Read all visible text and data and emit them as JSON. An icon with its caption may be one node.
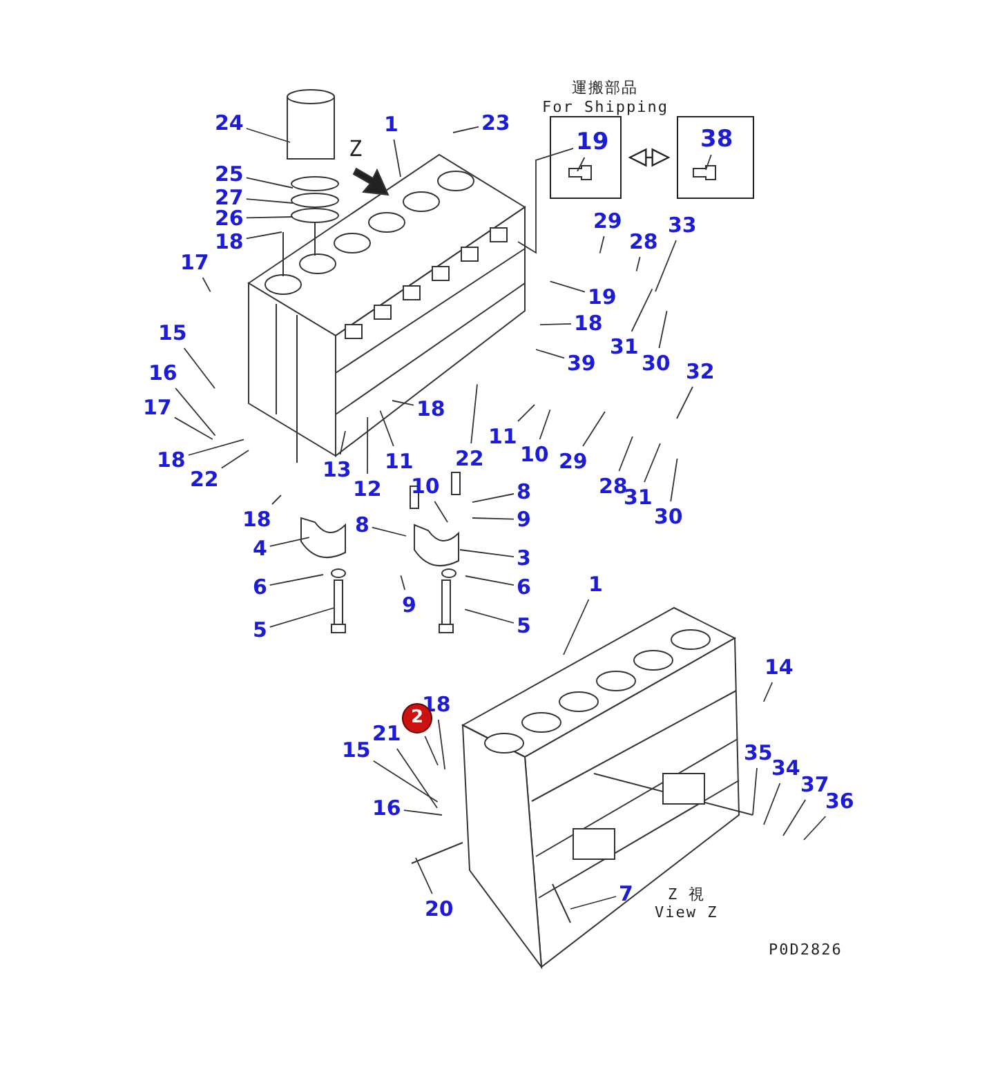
{
  "diagram": {
    "nodes": [
      {
        "text": [
          "1"
        ]
      },
      {
        "text": [
          "23"
        ]
      },
      {
        "text": [
          "24"
        ]
      },
      {
        "text": [
          "25"
        ]
      },
      {
        "text": [
          "27"
        ]
      },
      {
        "text": [
          "26"
        ]
      },
      {
        "text": [
          "18"
        ]
      },
      {
        "text": [
          "17"
        ]
      },
      {
        "text": [
          "15"
        ]
      },
      {
        "text": [
          "16"
        ]
      },
      {
        "text": [
          "17"
        ]
      },
      {
        "text": [
          "18"
        ]
      },
      {
        "text": [
          "22"
        ]
      },
      {
        "text": [
          "18"
        ]
      },
      {
        "text": [
          "13"
        ]
      },
      {
        "text": [
          "12"
        ]
      },
      {
        "text": [
          "11"
        ]
      },
      {
        "text": [
          "10"
        ]
      },
      {
        "text": [
          "18"
        ]
      },
      {
        "text": [
          "22"
        ]
      },
      {
        "text": [
          "11"
        ]
      },
      {
        "text": [
          "10"
        ]
      },
      {
        "text": [
          "8"
        ]
      },
      {
        "text": [
          "8"
        ]
      },
      {
        "text": [
          "9"
        ]
      },
      {
        "text": [
          "4"
        ]
      },
      {
        "text": [
          "3"
        ]
      },
      {
        "text": [
          "6"
        ]
      },
      {
        "text": [
          "6"
        ]
      },
      {
        "text": [
          "9"
        ]
      },
      {
        "text": [
          "5"
        ]
      },
      {
        "text": [
          "5"
        ]
      },
      {
        "text": [
          "19"
        ]
      },
      {
        "text": [
          "38"
        ]
      },
      {
        "text": [
          "29"
        ]
      },
      {
        "text": [
          "28"
        ]
      },
      {
        "text": [
          "33"
        ]
      },
      {
        "text": [
          "19"
        ]
      },
      {
        "text": [
          "18"
        ]
      },
      {
        "text": [
          "31"
        ]
      },
      {
        "text": [
          "30"
        ]
      },
      {
        "text": [
          "39"
        ]
      },
      {
        "text": [
          "32"
        ]
      },
      {
        "text": [
          "29"
        ]
      },
      {
        "text": [
          "28"
        ]
      },
      {
        "text": [
          "31"
        ]
      },
      {
        "text": [
          "30"
        ]
      },
      {
        "text": [
          "1"
        ]
      },
      {
        "text": [
          "14"
        ]
      },
      {
        "text": [
          "18"
        ]
      },
      {
        "text": [
          "2"
        ]
      },
      {
        "text": [
          "21"
        ]
      },
      {
        "text": [
          "15"
        ]
      },
      {
        "text": [
          "16"
        ]
      },
      {
        "text": [
          "20"
        ]
      },
      {
        "text": [
          "7"
        ]
      },
      {
        "text": [
          "35"
        ]
      },
      {
        "text": [
          "34"
        ]
      },
      {
        "text": [
          "37"
        ]
      },
      {
        "text": [
          "36"
        ]
      }
    ],
    "edges": [
      {
        "from": 0,
        "to": null,
        "arrow": "none"
      },
      {
        "from": 1,
        "to": null,
        "arrow": "none"
      },
      {
        "from": 2,
        "to": null,
        "arrow": "none"
      },
      {
        "from": 3,
        "to": null,
        "arrow": "none"
      },
      {
        "from": 4,
        "to": null,
        "arrow": "none"
      },
      {
        "from": 5,
        "to": null,
        "arrow": "none"
      },
      {
        "from": 6,
        "to": null,
        "arrow": "none"
      },
      {
        "from": 7,
        "to": null,
        "arrow": "none"
      },
      {
        "from": 8,
        "to": null,
        "arrow": "none"
      },
      {
        "from": 9,
        "to": null,
        "arrow": "none"
      },
      {
        "from": 10,
        "to": null,
        "arrow": "none"
      },
      {
        "from": 11,
        "to": null,
        "arrow": "none"
      },
      {
        "from": 12,
        "to": null,
        "arrow": "none"
      },
      {
        "from": 13,
        "to": null,
        "arrow": "none"
      },
      {
        "from": 14,
        "to": null,
        "arrow": "none"
      },
      {
        "from": 15,
        "to": null,
        "arrow": "none"
      },
      {
        "from": 16,
        "to": null,
        "arrow": "none"
      },
      {
        "from": 17,
        "to": null,
        "arrow": "none"
      },
      {
        "from": 18,
        "to": null,
        "arrow": "none"
      },
      {
        "from": 19,
        "to": null,
        "arrow": "none"
      },
      {
        "from": 20,
        "to": null,
        "arrow": "none"
      },
      {
        "from": 21,
        "to": null,
        "arrow": "none"
      },
      {
        "from": 22,
        "to": null,
        "arrow": "none"
      },
      {
        "from": 23,
        "to": null,
        "arrow": "none"
      },
      {
        "from": 24,
        "to": null,
        "arrow": "none"
      },
      {
        "from": 25,
        "to": null,
        "arrow": "none"
      },
      {
        "from": 26,
        "to": null,
        "arrow": "none"
      },
      {
        "from": 27,
        "to": null,
        "arrow": "none"
      },
      {
        "from": 28,
        "to": null,
        "arrow": "none"
      },
      {
        "from": 29,
        "to": null,
        "arrow": "none"
      },
      {
        "from": 30,
        "to": null,
        "arrow": "none"
      },
      {
        "from": 31,
        "to": null,
        "arrow": "none"
      },
      {
        "from": 32,
        "to": null,
        "arrow": "none"
      },
      {
        "from": 32,
        "to": null,
        "arrow": "none"
      },
      {
        "from": 32,
        "to": 33,
        "arrow": "both"
      },
      {
        "from": 33,
        "to": null,
        "arrow": "none"
      },
      {
        "from": 34,
        "to": null,
        "arrow": "none"
      },
      {
        "from": 35,
        "to": null,
        "arrow": "none"
      },
      {
        "from": 36,
        "to": null,
        "arrow": "none"
      },
      {
        "from": 37,
        "to": null,
        "arrow": "none"
      },
      {
        "from": 38,
        "to": null,
        "arrow": "none"
      },
      {
        "from": 39,
        "to": null,
        "arrow": "none"
      },
      {
        "from": 40,
        "to": null,
        "arrow": "none"
      },
      {
        "from": 41,
        "to": null,
        "arrow": "none"
      },
      {
        "from": 42,
        "to": null,
        "arrow": "none"
      },
      {
        "from": 43,
        "to": null,
        "arrow": "none"
      },
      {
        "from": 44,
        "to": null,
        "arrow": "none"
      },
      {
        "from": 45,
        "to": null,
        "arrow": "none"
      },
      {
        "from": 46,
        "to": null,
        "arrow": "none"
      },
      {
        "from": 47,
        "to": null,
        "arrow": "none"
      },
      {
        "from": 48,
        "to": null,
        "arrow": "none"
      },
      {
        "from": 49,
        "to": null,
        "arrow": "none"
      },
      {
        "from": 50,
        "to": null,
        "arrow": "none"
      },
      {
        "from": 51,
        "to": null,
        "arrow": "none"
      },
      {
        "from": 52,
        "to": null,
        "arrow": "none"
      },
      {
        "from": 53,
        "to": null,
        "arrow": "none"
      },
      {
        "from": 54,
        "to": null,
        "arrow": "none"
      },
      {
        "from": 55,
        "to": null,
        "arrow": "none"
      },
      {
        "from": 56,
        "to": null,
        "arrow": "none"
      },
      {
        "from": 57,
        "to": null,
        "arrow": "none"
      },
      {
        "from": 58,
        "to": null,
        "arrow": "none"
      },
      {
        "from": 59,
        "to": null,
        "arrow": "none"
      }
    ],
    "labels": [
      "Z",
      "運搬部品",
      "For Shipping",
      "Z 視",
      "View Z",
      "P0D2826"
    ]
  }
}
